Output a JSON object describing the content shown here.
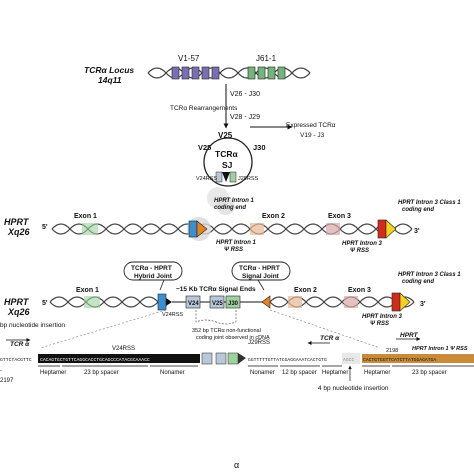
{
  "locus": {
    "title_line1": "TCRα Locus",
    "title_line2": "14q11",
    "v_range": "V1-57",
    "j_range": "J61-1"
  },
  "rearrangement": {
    "v26_j30": "V26 - J30",
    "label": "TCRα Rearrangements",
    "v28_j29": "V28 - J29",
    "expressed_line1": "Expressed TCRα",
    "expressed_line2": "V19 - J3"
  },
  "circle": {
    "v25": "V25",
    "j30": "J30",
    "tcr": "TCRα",
    "sj": "SJ",
    "v24rss": "V24RSS",
    "j29rss": "J29RSS"
  },
  "hprt1": {
    "title_line1": "HPRT",
    "title_line2": "Xq26",
    "five": "5'",
    "three": "3'",
    "exon1": "Exon 1",
    "exon2": "Exon 2",
    "exon3": "Exon 3",
    "intron1_coding_line1": "HPRT Intron 1",
    "intron1_coding_line2": "coding end",
    "intron1_rss_line1": "HPRT Intron 1",
    "intron1_rss_line2": "Ψ RSS",
    "intron3_rss_line1": "HPRT Intron 3",
    "intron3_rss_line2": "Ψ RSS",
    "intron3_class1_line1": "HPRT Intron 3 Class 1",
    "intron3_class1_line2": "coding end"
  },
  "hprt2": {
    "title_line1": "HPRT",
    "title_line2": "Xq26",
    "five": "5'",
    "three": "3'",
    "exon1": "Exon 1",
    "exon2": "Exon 2",
    "exon3": "Exon 3",
    "hybrid_line1": "TCRα - HPRT",
    "hybrid_line2": "Hybrid Joint",
    "signal_line1": "TCRα - HPRT",
    "signal_line2": "Signal Joint",
    "signal_ends": "~15 Kb TCRα Signal Ends",
    "v24": "V24",
    "v25": "V25",
    "j30": "J30",
    "v24rss_bottom": "V24RSS",
    "note_line1": "352 bp TCRα non-functional",
    "note_line2": "coding joint observed in cDNA",
    "intron3_class1_line1": "HPRT Intron 3 Class 1",
    "intron3_class1_line2": "coding end",
    "intron3_rss_line1": "HPRT Intron 3",
    "intron3_rss_line2": "Ψ RSS"
  },
  "sequence": {
    "insertion_left": "bp nucleotide insertion",
    "tcr_left": "TCR α",
    "v24rss": "V24RSS",
    "j29rss": "J29RSS",
    "tcr_right": "TCR α",
    "hprt": "HPRT",
    "hprt_num": "2198",
    "left_seq": "GTTCTACGTTC",
    "seq_dark": "CACAGTGCTGTTCAGGCACCTGCAGCCCATACGCAAACC",
    "seq_middle": "GGTTTTTGTTATCGAGGAAATCACTGTG",
    "seq_pad": "AGCC",
    "seq_orange": "CACTGTGGTTCATCTTATGGAGATGA",
    "spacer_left": "23 bp spacer",
    "spacer_right": "12 bp spacer",
    "spacer_last": "23 bp spacer",
    "hept1": "Heptamer",
    "non1": "Nonamer",
    "non2": "Nonamer",
    "hept2": "Heptamer",
    "hept3": "Heptamer",
    "hprt_intron": "HPRT Intron 1 Ψ RSS",
    "ins4": "4 bp nucleotide insertion",
    "pos_left": "2197",
    "pos_left2": "-"
  },
  "caption": "α"
}
